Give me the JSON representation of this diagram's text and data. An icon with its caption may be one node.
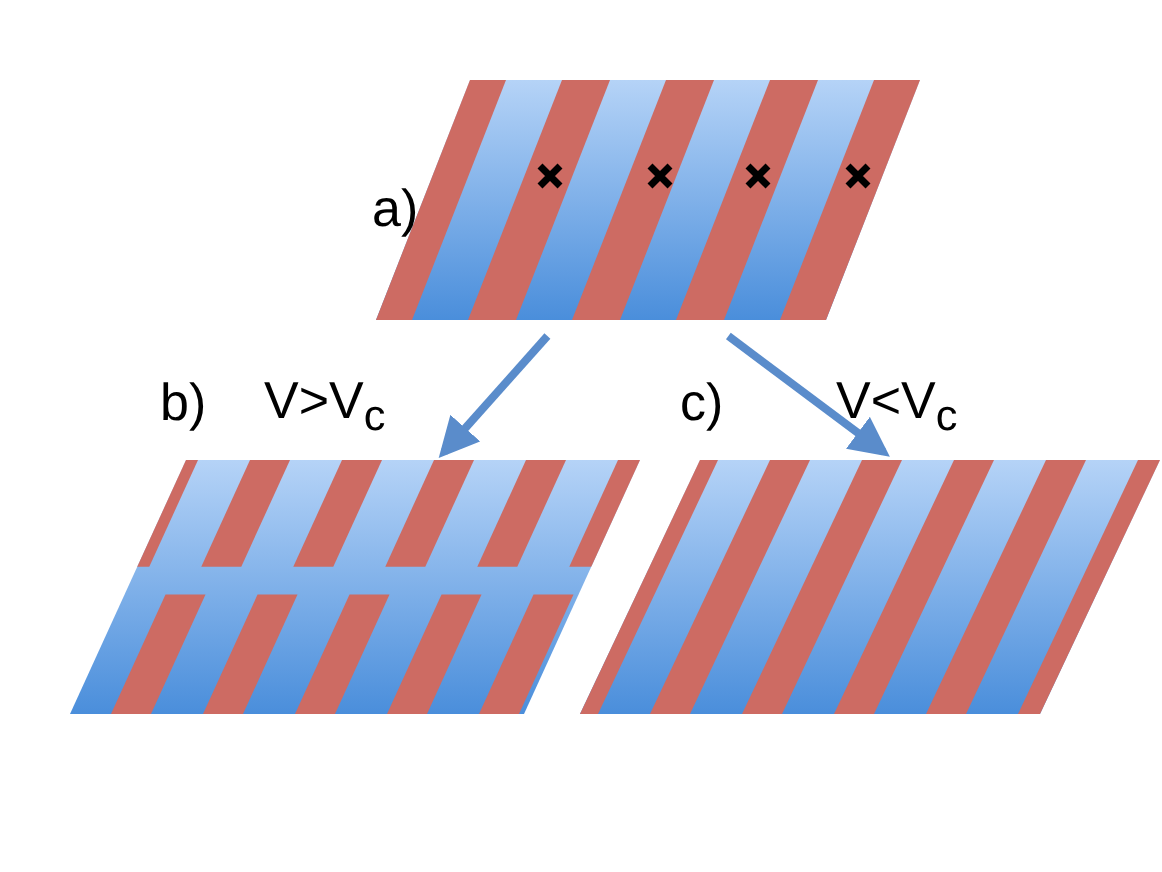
{
  "diagram": {
    "nodes": [
      {
        "text": [
          "a)"
        ]
      },
      {
        "text": [
          "b)"
        ]
      },
      {
        "text": [
          "c)"
        ]
      }
    ],
    "edges": [
      {
        "from": 0,
        "to": 1,
        "arrow": "to",
        "label": "V>V$_{c}$"
      },
      {
        "from": 0,
        "to": 2,
        "arrow": "to",
        "label": "V<V$_{c}$"
      }
    ]
  }
}
